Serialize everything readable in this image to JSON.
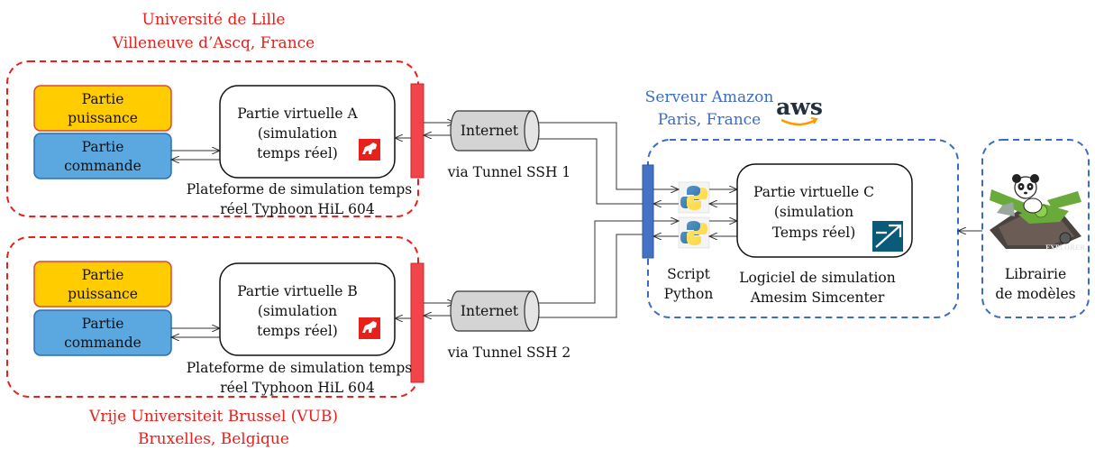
{
  "colors": {
    "site_border": "#e8201c",
    "server_border": "#3b6cc5",
    "puissance_fill": "#ffcc00",
    "puissance_border": "#d84a3a",
    "commande_fill": "#5ba7e0",
    "commande_border": "#2e6fb2",
    "connector_red": "#f2444b",
    "connector_blue": "#4472c4",
    "cylinder_fill": "#d4d4d4",
    "aws_orange": "#ff9900",
    "typhoon_red": "#e8201c"
  },
  "lille": {
    "title_line1": "Université de Lille",
    "title_line2": "Villeneuve d’Ascq, France",
    "partie_puissance_line1": "Partie",
    "partie_puissance_line2": "puissance",
    "partie_commande_line1": "Partie",
    "partie_commande_line2": "commande",
    "virtual_line1": "Partie virtuelle A",
    "virtual_line2": "(simulation",
    "virtual_line3": "temps réel)",
    "platform_line1": "Plateforme de simulation temps",
    "platform_line2": "réel Typhoon HiL 604",
    "internet": "Internet",
    "tunnel": "via Tunnel SSH 1",
    "typhoon_icon": "typhoon-hil-logo-icon"
  },
  "vub": {
    "title_line1": "Vrije Universiteit Brussel (VUB)",
    "title_line2": "Bruxelles, Belgique",
    "partie_puissance_line1": "Partie",
    "partie_puissance_line2": "puissance",
    "partie_commande_line1": "Partie",
    "partie_commande_line2": "commande",
    "virtual_line1": "Partie virtuelle B",
    "virtual_line2": "(simulation",
    "virtual_line3": "temps réel)",
    "platform_line1": "Plateforme de simulation temps",
    "platform_line2": "réel Typhoon HiL 604",
    "internet": "Internet",
    "tunnel": "via Tunnel SSH 2",
    "typhoon_icon": "typhoon-hil-logo-icon"
  },
  "server": {
    "title_line1": "Serveur Amazon",
    "title_line2": "Paris, France",
    "aws_logo": "aws",
    "virtual_line1": "Partie virtuelle C",
    "virtual_line2": "(simulation",
    "virtual_line3": "Temps réel)",
    "script_line1": "Script",
    "script_line2": "Python",
    "software_line1": "Logiciel de simulation",
    "software_line2": "Amesim Simcenter",
    "python_icon": "python-logo-icon",
    "amesim_icon": "amesim-logo-icon"
  },
  "library": {
    "label_line1": "Librairie",
    "label_line2": "de modèles",
    "panda_caption": "EXPLORER",
    "image_icon": "panda-explorer-illustration-icon"
  }
}
